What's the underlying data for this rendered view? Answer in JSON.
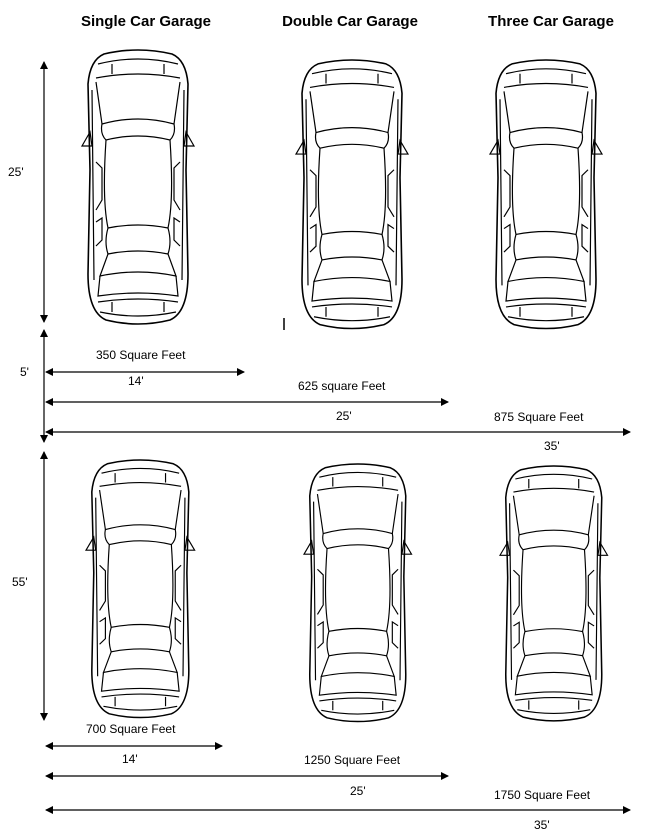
{
  "headers": {
    "single": "Single Car Garage",
    "double": "Double Car Garage",
    "three": "Three Car Garage"
  },
  "top_section": {
    "depth_label": "25'",
    "gap_label": "5'",
    "areas": {
      "single": "350 Square Feet",
      "double": "625 square Feet",
      "three": "875 Square Feet"
    },
    "widths": {
      "single": "14'",
      "double": "25'",
      "three": "35'"
    }
  },
  "bottom_section": {
    "depth_label": "55'",
    "areas": {
      "single": "700 Square Feet",
      "double": "1250 Square Feet",
      "three": "1750 Square Feet"
    },
    "widths": {
      "single": "14'",
      "double": "25'",
      "three": "35'"
    }
  },
  "icons": {
    "car": "car-top-view-icon",
    "arrow": "dimension-arrow"
  },
  "colors": {
    "stroke": "#000000",
    "background": "#ffffff"
  }
}
